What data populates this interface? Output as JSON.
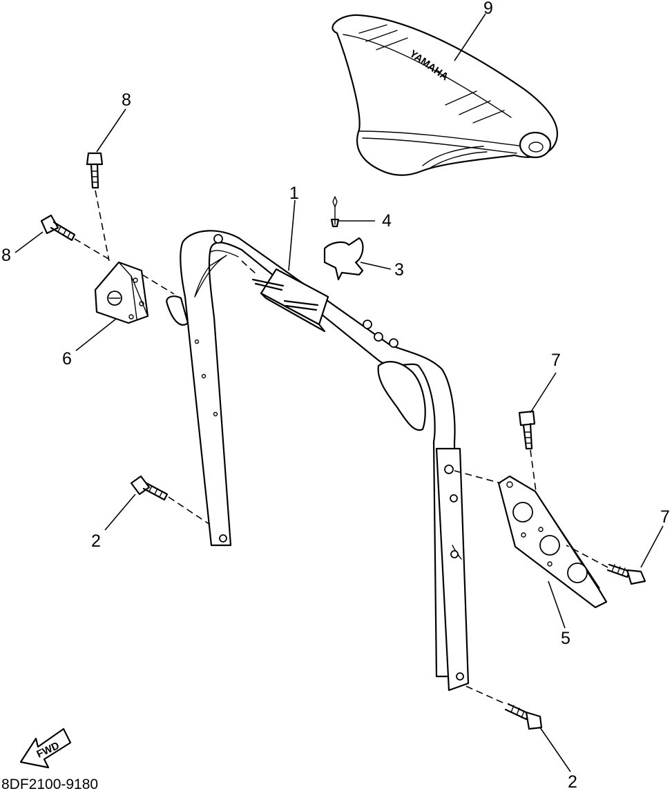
{
  "diagram": {
    "brand_text": "YAMAHA",
    "fwd_label": "FWD",
    "drawing_code": "8DF2100-9180",
    "callouts": [
      "9",
      "8",
      "8",
      "1",
      "4",
      "3",
      "6",
      "7",
      "7",
      "2",
      "5",
      "2"
    ]
  }
}
